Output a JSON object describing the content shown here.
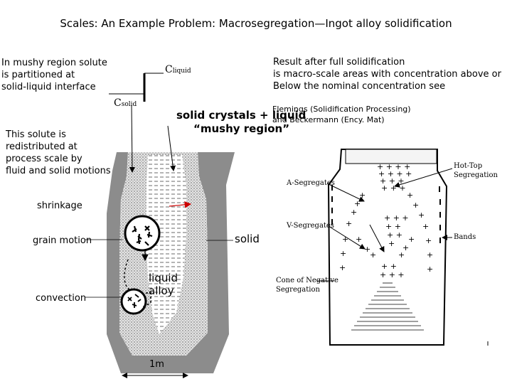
{
  "title": "Scales: An Example Problem: Macrosegregation—Ingot alloy solidification",
  "left_notes": {
    "partition": "In mushy region solute\nis partitioned at\nsolid-liquid interface",
    "redistribution": "This solute is\nredistributed at\nprocess scale by\nfluid and solid motions"
  },
  "phase_diagram": {
    "c_liquid_main": "C",
    "c_liquid_sub": "liquid",
    "c_solid_main": "C",
    "c_solid_sub": "solid"
  },
  "mushy": {
    "line1": "solid crystals + liquid",
    "line2": "“mushy region”"
  },
  "right_notes": {
    "result": "Result after full solidification\nis macro-scale areas with concentration above or\nBelow the nominal concentration see",
    "reference": "Flemings (Solidification Processing)\nand Beckermann (Ency. Mat)"
  },
  "ingot_labels": {
    "shrinkage": "shrinkage",
    "grain_motion": "grain motion",
    "convection": "convection",
    "solid": "solid",
    "liquid_alloy": "liquid\nalloy",
    "scale": "1m"
  },
  "segregation_labels": {
    "hot_top": "Hot-Top\nSegregation",
    "a_seg": "A-Segregates",
    "v_seg": "V-Segregates",
    "bands": "Bands",
    "cone": "Cone of Negative\nSegregation"
  },
  "colors": {
    "mold": "#8c8c8c",
    "mushy_fill": "#dcdcdc",
    "shrinkage_arrow": "#cc0000"
  }
}
